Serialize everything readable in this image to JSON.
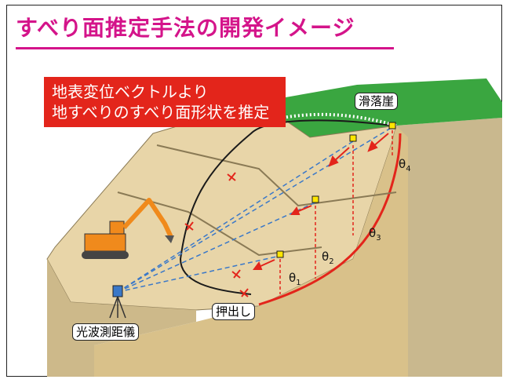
{
  "title": "すべり面推定手法の開発イメージ",
  "callout": {
    "line1": "地表変位ベクトルより",
    "line2": "地すべりのすべり面形状を推定"
  },
  "labels": {
    "scarp": "滑落崖",
    "toe": "押出し",
    "instrument": "光波測距儀"
  },
  "angles": [
    {
      "symbol": "θ",
      "index": "1"
    },
    {
      "symbol": "θ",
      "index": "2"
    },
    {
      "symbol": "θ",
      "index": "3"
    },
    {
      "symbol": "θ",
      "index": "4"
    }
  ],
  "colors": {
    "title": "#d4148a",
    "callout_bg": "#e3251b",
    "slip_surface": "#e3251b",
    "measure_lines": "#3a78c8",
    "grass": "#3aa640",
    "ground": "#e8d5a8"
  }
}
